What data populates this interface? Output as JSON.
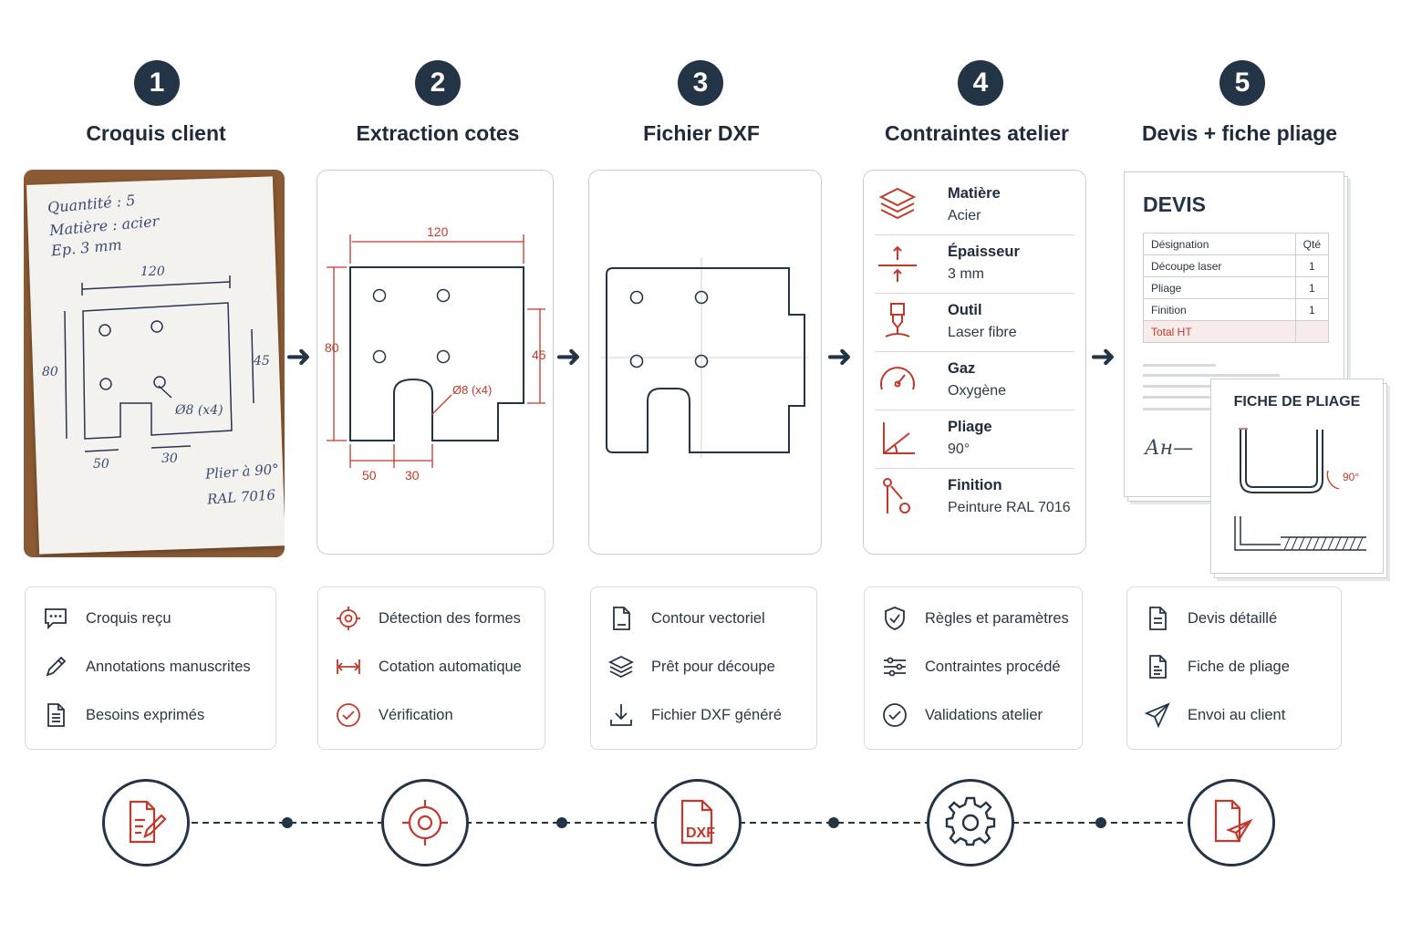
{
  "steps": [
    {
      "num": "1",
      "title": "Croquis client"
    },
    {
      "num": "2",
      "title": "Extraction cotes"
    },
    {
      "num": "3",
      "title": "Fichier DXF"
    },
    {
      "num": "4",
      "title": "Contraintes atelier"
    },
    {
      "num": "5",
      "title": "Devis + fiche pliage"
    }
  ],
  "sketch": {
    "quantite": "Quantité : 5",
    "matiere": "Matière : acier",
    "ep": "Ep. 3 mm",
    "dim_120": "120",
    "dim_80": "80",
    "dim_45": "45",
    "dim_50": "50",
    "dim_30": "30",
    "hole": "Ø8 (x4)",
    "plier": "Plier à 90°",
    "ral": "RAL 7016"
  },
  "extraction": {
    "dim_120": "120",
    "dim_80": "80",
    "dim_45": "45",
    "dim_50": "50",
    "dim_30": "30",
    "hole": "Ø8 (x4)"
  },
  "constraints": [
    {
      "label": "Matière",
      "value": "Acier",
      "icon": "layers-icon"
    },
    {
      "label": "Épaisseur",
      "value": "3 mm",
      "icon": "thickness-icon"
    },
    {
      "label": "Outil",
      "value": "Laser fibre",
      "icon": "laser-icon"
    },
    {
      "label": "Gaz",
      "value": "Oxygène",
      "icon": "gauge-icon"
    },
    {
      "label": "Pliage",
      "value": "90°",
      "icon": "bend-angle-icon"
    },
    {
      "label": "Finition",
      "value": "Peinture RAL 7016",
      "icon": "paint-icon"
    }
  ],
  "devis": {
    "title": "DEVIS",
    "head_designation": "Désignation",
    "head_qte": "Qté",
    "rows": [
      {
        "designation": "Découpe laser",
        "qte": "1"
      },
      {
        "designation": "Pliage",
        "qte": "1"
      },
      {
        "designation": "Finition",
        "qte": "1"
      }
    ],
    "total": "Total HT",
    "signature": "Ан—"
  },
  "fiche": {
    "title": "FICHE DE PLIAGE",
    "angle": "90°"
  },
  "features": [
    [
      "Croquis reçu",
      "Annotations manuscrites",
      "Besoins exprimés"
    ],
    [
      "Détection des formes",
      "Cotation automatique",
      "Vérification"
    ],
    [
      "Contour vectoriel",
      "Prêt pour découpe",
      "Fichier DXF généré"
    ],
    [
      "Règles et paramètres",
      "Contraintes procédé",
      "Validations atelier"
    ],
    [
      "Devis détaillé",
      "Fiche de pliage",
      "Envoi au client"
    ]
  ],
  "bottom_dxf_label": "DXF",
  "colors": {
    "navy": "#243447",
    "red": "#c0392b",
    "line": "#c9ced5"
  }
}
